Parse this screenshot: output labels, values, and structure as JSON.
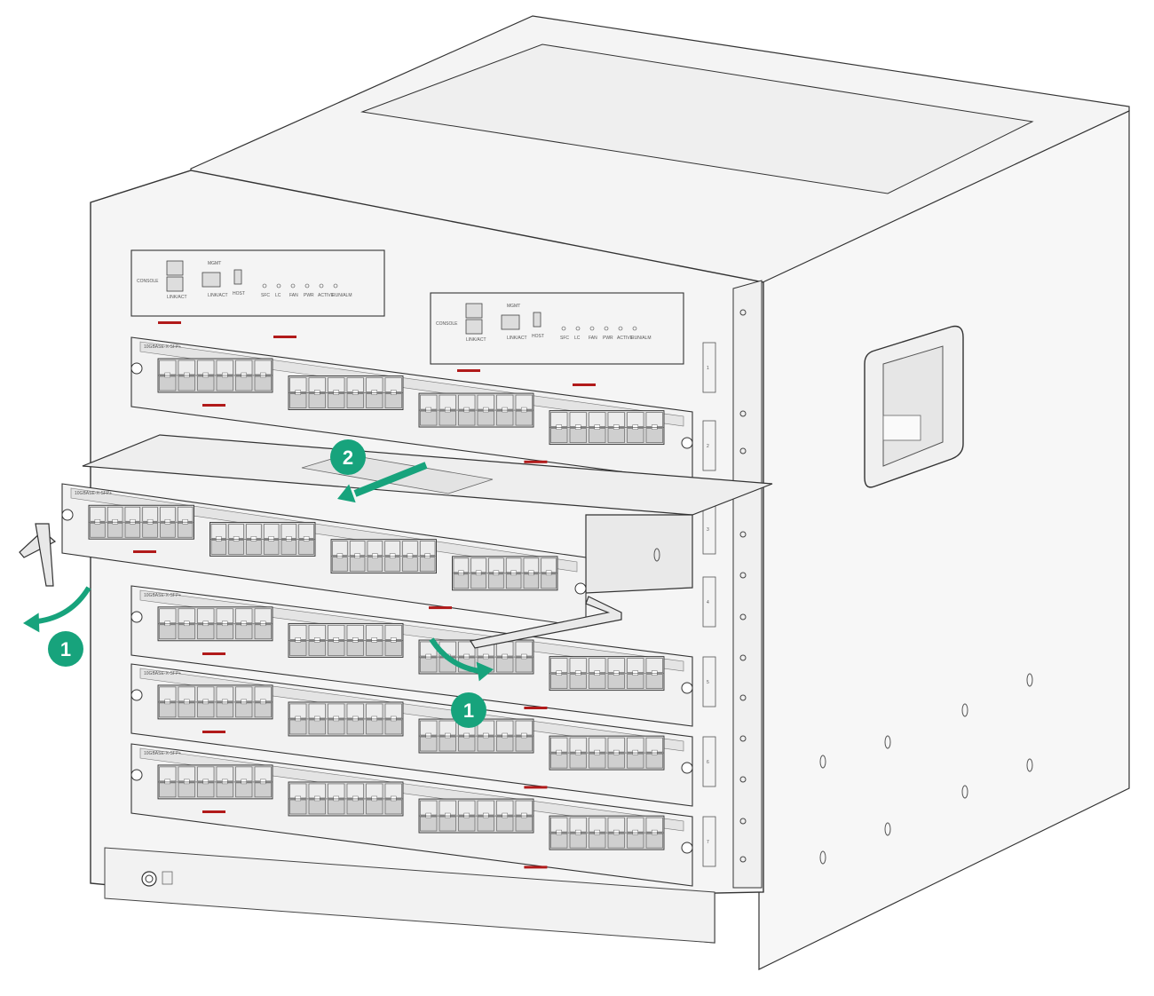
{
  "colors": {
    "accent_green": "#17a37c",
    "marker_red": "#b11a1a",
    "chassis_fill": "#f3f3f3",
    "line_dark": "#444444"
  },
  "mpu_labels": {
    "console": "CONSOLE",
    "mgmt": "MGMT",
    "link_act": "LINK/ACT",
    "host": "HOST",
    "leds": [
      "SFC",
      "LC",
      "FAN",
      "PWR",
      "ACTIVE",
      "RUN/ALM"
    ]
  },
  "card_model_label": "10GBASE-X-SFP+",
  "slot_numbers": [
    "1",
    "2",
    "3",
    "4",
    "5",
    "6",
    "7"
  ],
  "steps": [
    {
      "id": "step-1-left",
      "label": "1",
      "icon": "curved-arrow-left"
    },
    {
      "id": "step-1-right",
      "label": "1",
      "icon": "curved-arrow-right"
    },
    {
      "id": "step-2",
      "label": "2",
      "icon": "straight-arrow-out"
    }
  ]
}
